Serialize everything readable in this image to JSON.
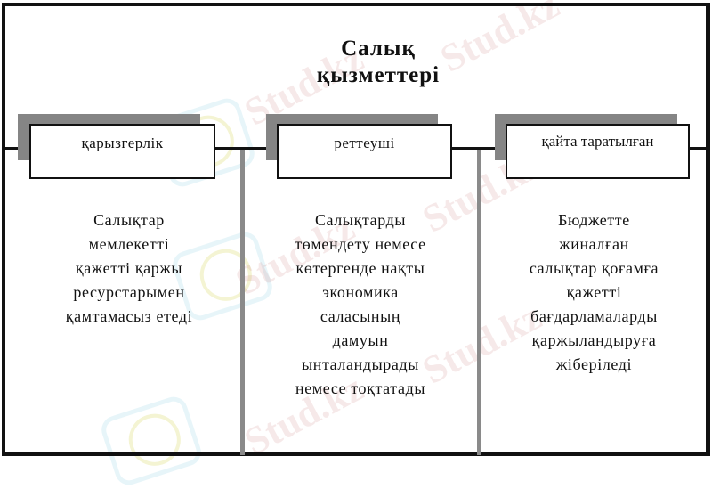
{
  "diagram": {
    "title_line1": "Салық",
    "title_line2": "қызметтері",
    "branches": [
      {
        "label": "қарызгерлік",
        "description": [
          "Салықтар",
          "мемлекетті",
          "қажетті қаржы",
          "ресурстарымен",
          "қамтамасыз етеді"
        ]
      },
      {
        "label": "реттеуші",
        "description": [
          "Салықтарды",
          "төмендету немесе",
          "көтергенде нақты",
          "экономика",
          "саласының",
          "дамуын",
          "ынталандырады",
          "немесе тоқтатады"
        ]
      },
      {
        "label": "қайта таратылған",
        "description": [
          "Бюджетте",
          "жиналған",
          "салықтар қоғамға",
          "қажетті",
          "бағдарламаларды",
          "қаржыландыруға",
          "жіберіледі"
        ]
      }
    ]
  },
  "watermark": {
    "text": "Stud.kz",
    "color": "#c87878"
  },
  "colors": {
    "line": "#111111",
    "shadow": "#858585",
    "divider": "#8a8a8a",
    "background": "#ffffff"
  }
}
